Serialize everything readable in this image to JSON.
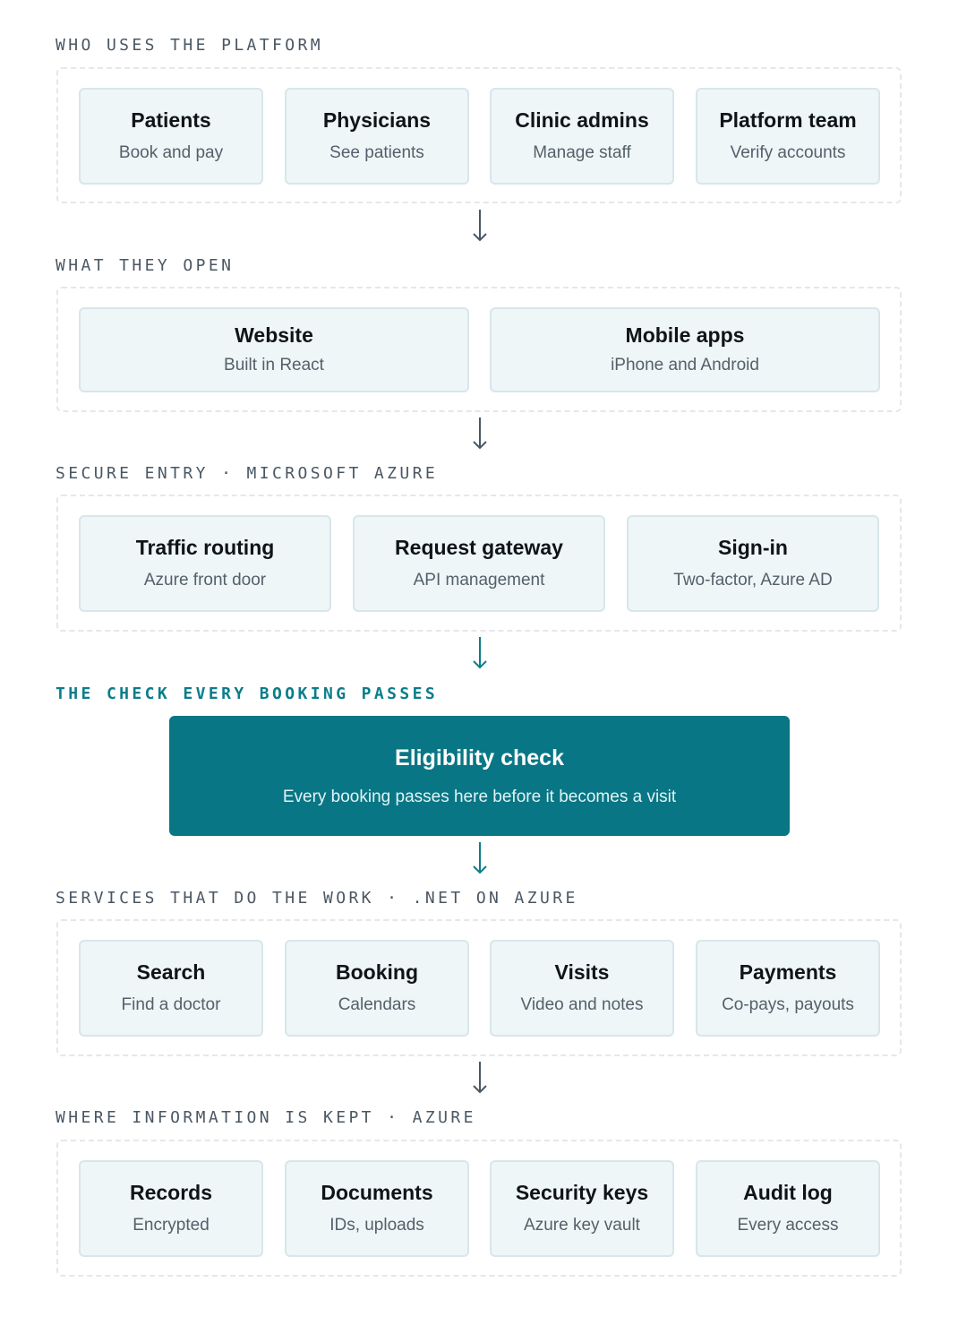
{
  "sections": {
    "users": {
      "label": "WHO USES THE PLATFORM",
      "items": [
        {
          "title": "Patients",
          "subtitle": "Book and pay"
        },
        {
          "title": "Physicians",
          "subtitle": "See patients"
        },
        {
          "title": "Clinic admins",
          "subtitle": "Manage staff"
        },
        {
          "title": "Platform team",
          "subtitle": "Verify accounts"
        }
      ]
    },
    "clients": {
      "label": "WHAT THEY OPEN",
      "items": [
        {
          "title": "Website",
          "subtitle": "Built in React"
        },
        {
          "title": "Mobile apps",
          "subtitle": "iPhone and Android"
        }
      ]
    },
    "entry": {
      "label": "SECURE ENTRY · MICROSOFT AZURE",
      "items": [
        {
          "title": "Traffic routing",
          "subtitle": "Azure front door"
        },
        {
          "title": "Request gateway",
          "subtitle": "API management"
        },
        {
          "title": "Sign-in",
          "subtitle": "Two-factor, Azure AD"
        }
      ]
    },
    "check": {
      "label": "THE CHECK EVERY BOOKING PASSES",
      "title": "Eligibility check",
      "subtitle": "Every booking passes here before it becomes a visit"
    },
    "services": {
      "label": "SERVICES THAT DO THE WORK · .NET ON AZURE",
      "items": [
        {
          "title": "Search",
          "subtitle": "Find a doctor"
        },
        {
          "title": "Booking",
          "subtitle": "Calendars"
        },
        {
          "title": "Visits",
          "subtitle": "Video and notes"
        },
        {
          "title": "Payments",
          "subtitle": "Co-pays, payouts"
        }
      ]
    },
    "storage": {
      "label": "WHERE INFORMATION IS KEPT · AZURE",
      "items": [
        {
          "title": "Records",
          "subtitle": "Encrypted"
        },
        {
          "title": "Documents",
          "subtitle": "IDs, uploads"
        },
        {
          "title": "Security keys",
          "subtitle": "Azure key vault"
        },
        {
          "title": "Audit log",
          "subtitle": "Every access"
        }
      ]
    }
  },
  "colors": {
    "accent": "#087684",
    "accent_label": "#0b7d8a",
    "card_bg": "#eef6f7",
    "card_border": "#d8e6ea",
    "arrow": "#4a5763"
  },
  "icons": {
    "connector": "arrow-down-icon"
  }
}
